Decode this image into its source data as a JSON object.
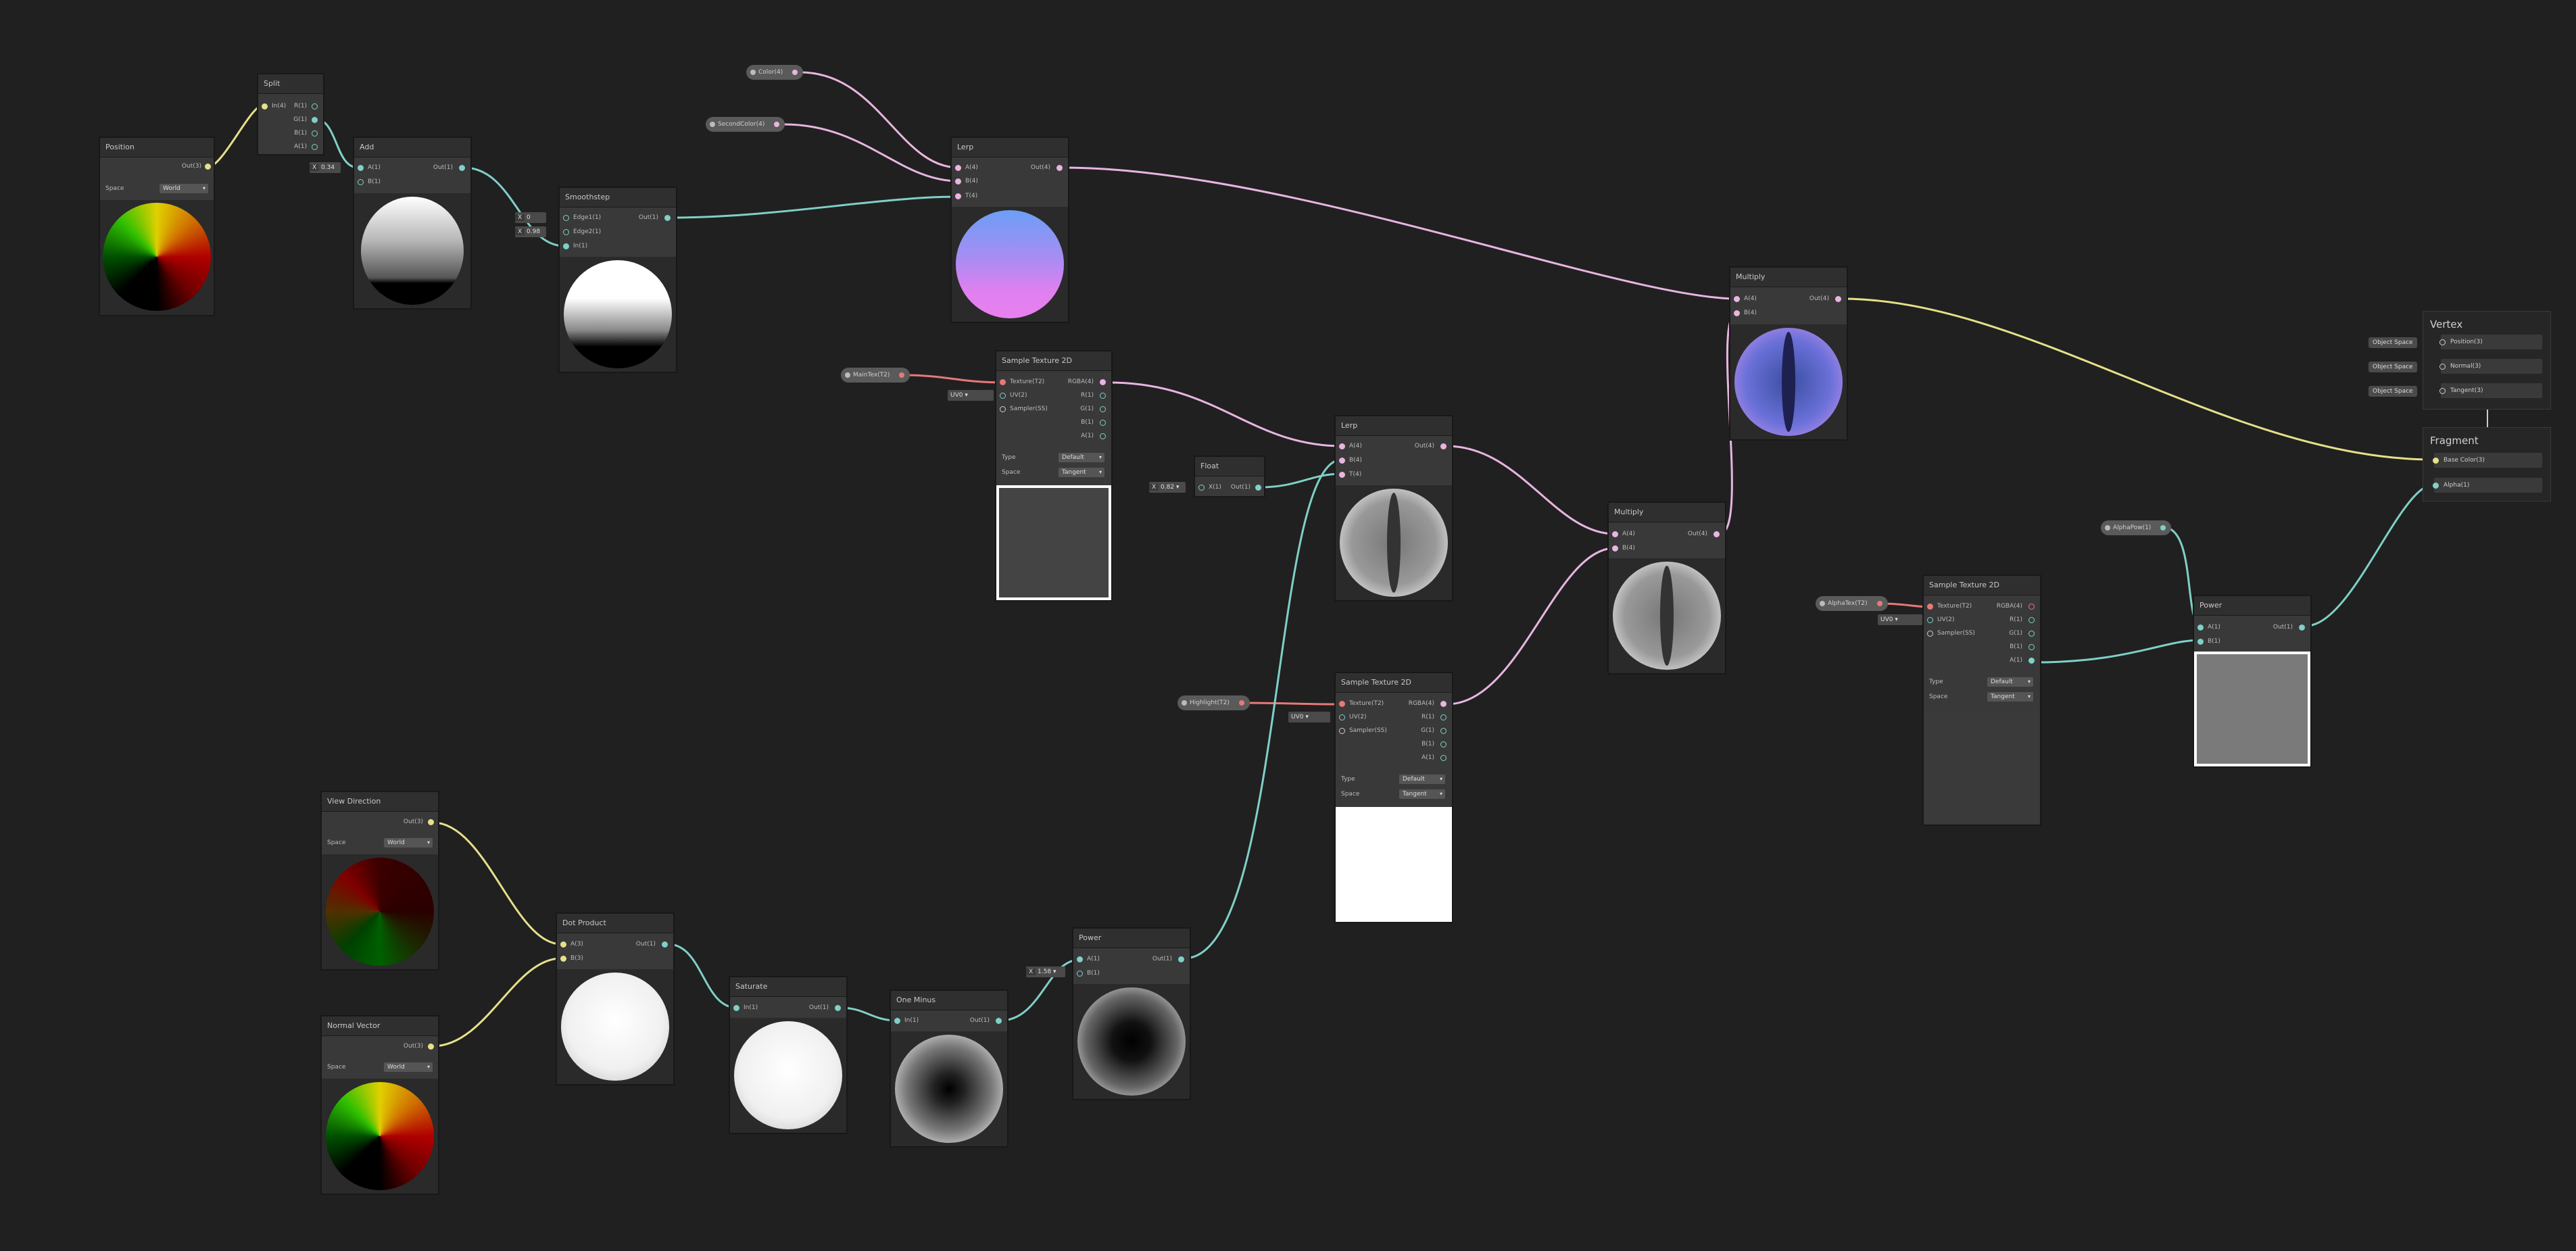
{
  "nodes": {
    "position": {
      "title": "Position",
      "out": "Out(3)",
      "space_label": "Space",
      "space_value": "World"
    },
    "split": {
      "title": "Split",
      "in": "In(4)",
      "outs": [
        "R(1)",
        "G(1)",
        "B(1)",
        "A(1)"
      ]
    },
    "add": {
      "title": "Add",
      "a": "A(1)",
      "b": "B(1)",
      "out": "Out(1)",
      "b_axis": "X",
      "b_value": "0.34"
    },
    "smoothstep": {
      "title": "Smoothstep",
      "edge1": "Edge1(1)",
      "edge2": "Edge2(1)",
      "in": "In(1)",
      "out": "Out(1)",
      "e1_axis": "X",
      "e1_value": "0",
      "e2_axis": "X",
      "e2_value": "0.98"
    },
    "lerp1": {
      "title": "Lerp",
      "a": "A(4)",
      "b": "B(4)",
      "t": "T(4)",
      "out": "Out(4)"
    },
    "sample1": {
      "title": "Sample Texture 2D",
      "texture": "Texture(T2)",
      "uv": "UV(2)",
      "sampler": "Sampler(SS)",
      "outs": [
        "RGBA(4)",
        "R(1)",
        "G(1)",
        "B(1)",
        "A(1)"
      ],
      "type_label": "Type",
      "type_value": "Default",
      "space_label": "Space",
      "space_value": "Tangent",
      "uv_value": "UV0"
    },
    "float": {
      "title": "Float",
      "in": "X(1)",
      "out": "Out(1)",
      "axis": "X",
      "value": "0.82"
    },
    "lerp2": {
      "title": "Lerp",
      "a": "A(4)",
      "b": "B(4)",
      "t": "T(4)",
      "out": "Out(4)"
    },
    "multiply_top": {
      "title": "Multiply",
      "a": "A(4)",
      "b": "B(4)",
      "out": "Out(4)"
    },
    "multiply_mid": {
      "title": "Multiply",
      "a": "A(4)",
      "b": "B(4)",
      "out": "Out(4)"
    },
    "sample2": {
      "title": "Sample Texture 2D",
      "texture": "Texture(T2)",
      "uv": "UV(2)",
      "sampler": "Sampler(SS)",
      "outs": [
        "RGBA(4)",
        "R(1)",
        "G(1)",
        "B(1)",
        "A(1)"
      ],
      "type_label": "Type",
      "type_value": "Default",
      "space_label": "Space",
      "space_value": "Tangent",
      "uv_value": "UV0"
    },
    "sample3": {
      "title": "Sample Texture 2D",
      "texture": "Texture(T2)",
      "uv": "UV(2)",
      "sampler": "Sampler(SS)",
      "outs": [
        "RGBA(4)",
        "R(1)",
        "G(1)",
        "B(1)",
        "A(1)"
      ],
      "type_label": "Type",
      "type_value": "Default",
      "space_label": "Space",
      "space_value": "Tangent",
      "uv_value": "UV0"
    },
    "power_right": {
      "title": "Power",
      "a": "A(1)",
      "b": "B(1)",
      "out": "Out(1)"
    },
    "view_direction": {
      "title": "View Direction",
      "out": "Out(3)",
      "space_label": "Space",
      "space_value": "World"
    },
    "normal_vector": {
      "title": "Normal Vector",
      "out": "Out(3)",
      "space_label": "Space",
      "space_value": "World"
    },
    "dot_product": {
      "title": "Dot Product",
      "a": "A(3)",
      "b": "B(3)",
      "out": "Out(1)"
    },
    "saturate": {
      "title": "Saturate",
      "in": "In(1)",
      "out": "Out(1)"
    },
    "one_minus": {
      "title": "One Minus",
      "in": "In(1)",
      "out": "Out(1)"
    },
    "power_bottom": {
      "title": "Power",
      "a": "A(1)",
      "b": "B(1)",
      "out": "Out(1)",
      "b_axis": "X",
      "b_value": "1.58"
    }
  },
  "properties": {
    "color": "Color(4)",
    "second_color": "SecondColor(4)",
    "main_tex": "MainTex(T2)",
    "highlight": "Highlight(T2)",
    "alpha_tex": "AlphaTex(T2)",
    "alpha_pow": "AlphaPow(1)"
  },
  "master": {
    "vertex_title": "Vertex",
    "vertex_slots": [
      {
        "space": "Object Space",
        "label": "Position(3)"
      },
      {
        "space": "Object Space",
        "label": "Normal(3)"
      },
      {
        "space": "Object Space",
        "label": "Tangent(3)"
      }
    ],
    "fragment_title": "Fragment",
    "fragment_slots": [
      "Base Color(3)",
      "Alpha(1)"
    ]
  },
  "colors": {
    "background": "#202020",
    "node_body": "#393939",
    "node_header": "#2f2f2f",
    "float_port": "#7fd0c7",
    "vector3_port": "#e6e08a",
    "vector4_port": "#e8b5e0",
    "texture_port": "#e87878"
  }
}
